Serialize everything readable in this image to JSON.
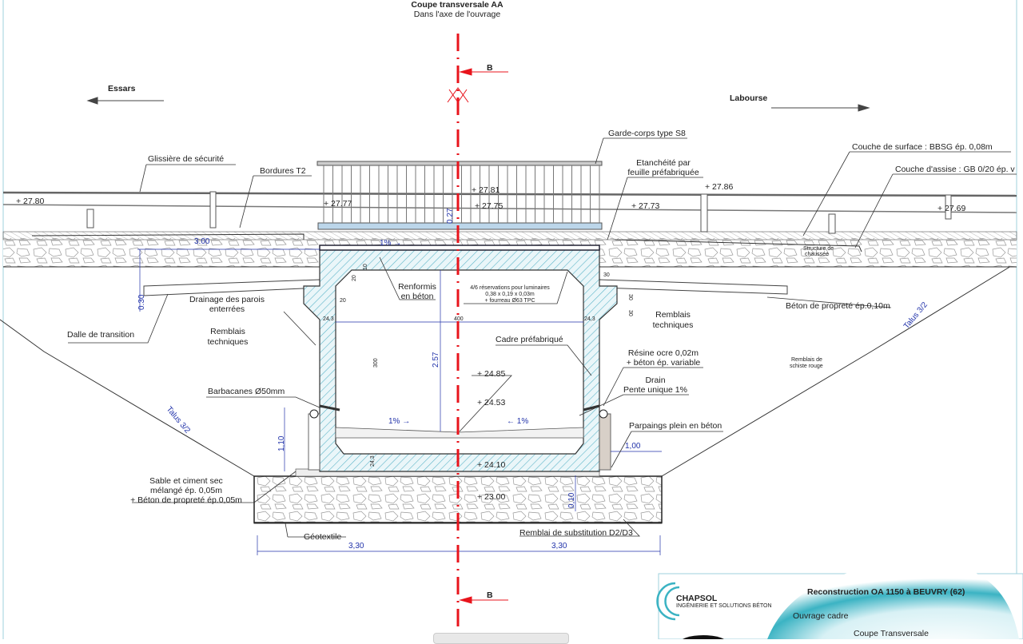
{
  "header": {
    "title": "Coupe transversale AA",
    "subtitle": "Dans l'axe de l'ouvrage"
  },
  "directions": {
    "left": "Essars",
    "right": "Labourse"
  },
  "section_marker": {
    "top": "B",
    "bottom": "B"
  },
  "labels": {
    "garde_corps": "Garde-corps type S8",
    "glissiere": "Glissière de sécurité",
    "bordures": "Bordures T2",
    "etancheite_1": "Etanchéité par",
    "etancheite_2": "feuille préfabriquée",
    "couche_surface": "Couche de surface : BBSG ép. 0,08m",
    "couche_assise": "Couche d'assise : GB 0/20 ép. v",
    "structure_1": "Structure de",
    "structure_2": "chaussée",
    "renformis_1": "Renformis",
    "renformis_2": "en béton",
    "reservations_1": "4/6 réservations pour luminaires",
    "reservations_2": "0,38 x 0,19 x 0,03m",
    "reservations_3": "+ fourreau Ø63 TPC",
    "drainage_1": "Drainage des parois",
    "drainage_2": "enterrées",
    "dalle": "Dalle de transition",
    "remblais_l1": "Remblais",
    "remblais_l2": "techniques",
    "remblais_r1": "Remblais",
    "remblais_r2": "techniques",
    "beton_proprete": "Béton de propreté ép.0,10m",
    "talus_r": "Talus 3/2",
    "talus_l": "Talus 3/2",
    "schiste_1": "Remblais de",
    "schiste_2": "schiste rouge",
    "cadre": "Cadre préfabriqué",
    "resine_1": "Résine ocre 0,02m",
    "resine_2": "+ béton ép. variable",
    "drain_1": "Drain",
    "drain_2": "Pente unique 1%",
    "barbacanes": "Barbacanes Ø50mm",
    "parpaings": "Parpaings plein en béton",
    "sable_1": "Sable et ciment sec",
    "sable_2": "mélangé ép. 0,05m",
    "sable_3": "+ Béton de propreté ép.0,05m",
    "geotextile": "Géotextile",
    "remblai_subst": "Remblai de substitution D2/D3"
  },
  "levels": {
    "l1": "+ 27.80",
    "l2": "+ 27.77",
    "l3": "+ 27.81",
    "l4": "+ 27.75",
    "l5": "+ 27.73",
    "l6": "+ 27.86",
    "l7": "+ 27.69",
    "l8": "+ 24.85",
    "l9": "+ 24.53",
    "l10": "+ 24.10",
    "l11": "+ 23.00"
  },
  "dimensions": {
    "d300": "3.00",
    "slope_top": "1% →",
    "d030": "0.30",
    "d027": "0.27",
    "d257": "2.57",
    "d300b": "300",
    "d400": "400",
    "d243l": "24,3",
    "d243r": "24,3",
    "d20a": "20",
    "d20b": "20",
    "d10": "10",
    "d30a": "30",
    "d30b": "30",
    "d30c": "30",
    "slope_l": "1% →",
    "slope_r": "← 1%",
    "d110": "1,10",
    "d100": "1,00",
    "d010": "0,10",
    "d330l": "3,30",
    "d330r": "3,30",
    "d243b": "24,3"
  },
  "title_block": {
    "company": "CHAPSOL",
    "company_tagline": "INGÉNIERIE ET SOLUTIONS BÉTON",
    "project": "Reconstruction OA 1150 à BEUVRY (62)",
    "type": "Ouvrage cadre",
    "drawing": "Coupe Transversale"
  },
  "colors": {
    "axis": "#e8141c",
    "dim": "#2233aa",
    "hatch": "#5fb6c9",
    "title_teal": "#3bb3c3"
  }
}
